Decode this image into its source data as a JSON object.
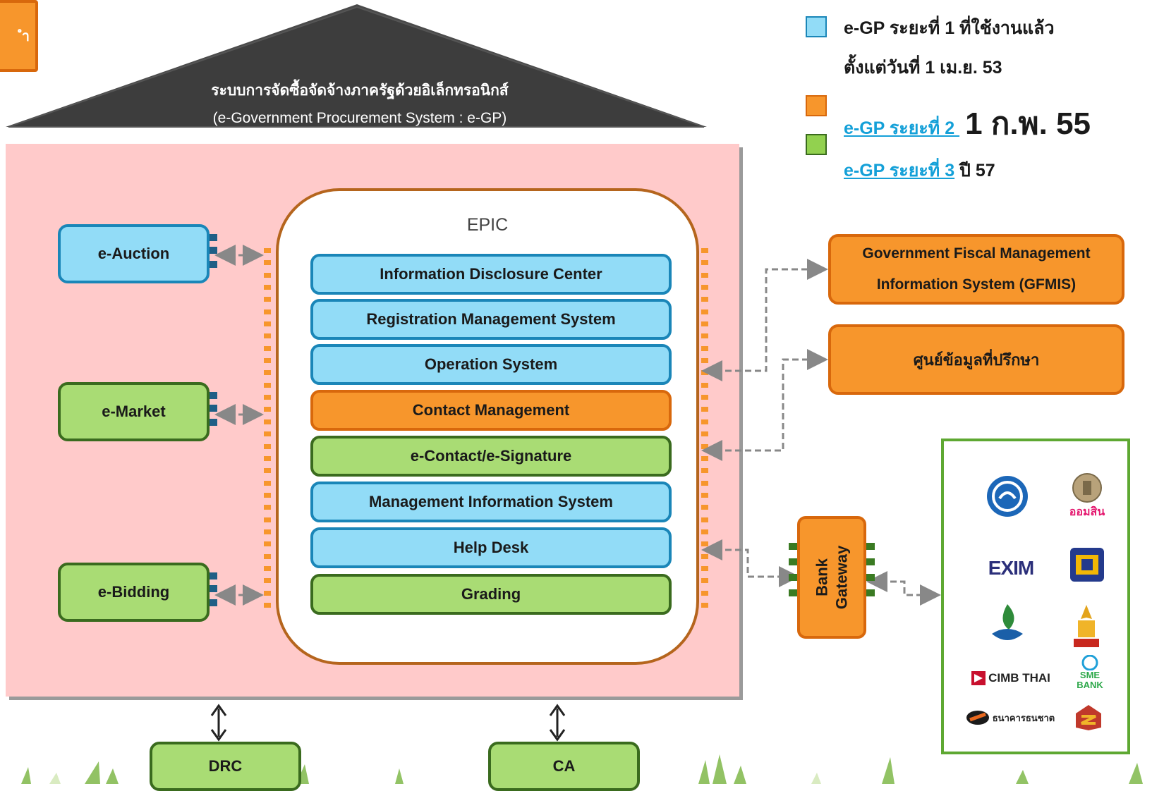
{
  "roof": {
    "title_th": "ระบบการจัดซื้อจัดจ้างภาครัฐด้วยอิเล็กทรอนิกส์",
    "title_en": "(e-Government Procurement System : e-GP)"
  },
  "legend": {
    "phase1_line1": "e-GP ระยะที่ 1 ที่ใช้งานแล้ว",
    "phase1_line2": "ตั้งแต่วันที่ 1 เม.ย. 53",
    "phase2_link": "e-GP ระยะที่ 2 ",
    "phase2_date": "1 ก.พ. 55",
    "phase3_link": "e-GP ระยะที่ 3",
    "phase3_date": " ปี 57",
    "colors": {
      "phase1": "#92dcf7",
      "phase2": "#f7962c",
      "phase3": "#a9dc74"
    }
  },
  "epic": {
    "title": "EPIC",
    "layers": [
      {
        "label": "Information Disclosure Center",
        "phase": "phase1"
      },
      {
        "label": "Registration  Management System",
        "phase": "phase1"
      },
      {
        "label": "Operation System",
        "phase": "phase1"
      },
      {
        "label": "Contact Management",
        "phase": "phase2"
      },
      {
        "label": "e-Contact/e-Signature",
        "phase": "phase3"
      },
      {
        "label": "Management Information System",
        "phase": "phase1"
      },
      {
        "label": "Help Desk",
        "phase": "phase1"
      },
      {
        "label": "Grading",
        "phase": "phase3"
      }
    ]
  },
  "left_modules": {
    "auction": "e-Auction",
    "market": "e-Market",
    "bidding": "e-Bidding"
  },
  "right_systems": {
    "gfmis": "Government Fiscal Management Information System (GFMIS)",
    "info_center": "ศูนย์ข้อมูลที่ปรึกษา"
  },
  "bank_gateway": {
    "line1": "Bank",
    "line2": "Gateway"
  },
  "banks": [
    {
      "name": "krungthai-logo",
      "text": ""
    },
    {
      "name": "gsb-logo",
      "text": "ออมสิน"
    },
    {
      "name": "exim-logo",
      "text": "EXIM"
    },
    {
      "name": "ghb-logo",
      "text": ""
    },
    {
      "name": "baac-logo",
      "text": ""
    },
    {
      "name": "islamic-bank-logo",
      "text": ""
    },
    {
      "name": "cimb-logo",
      "text": "CIMB THAI"
    },
    {
      "name": "sme-bank-logo",
      "text": "SME BANK"
    },
    {
      "name": "thanachart-logo",
      "text": "ธนาคารธนชาต"
    },
    {
      "name": "tmb-logo",
      "text": ""
    }
  ],
  "bottom": {
    "drc": "DRC",
    "ca": "CA"
  },
  "top_left_tab": "ำ"
}
